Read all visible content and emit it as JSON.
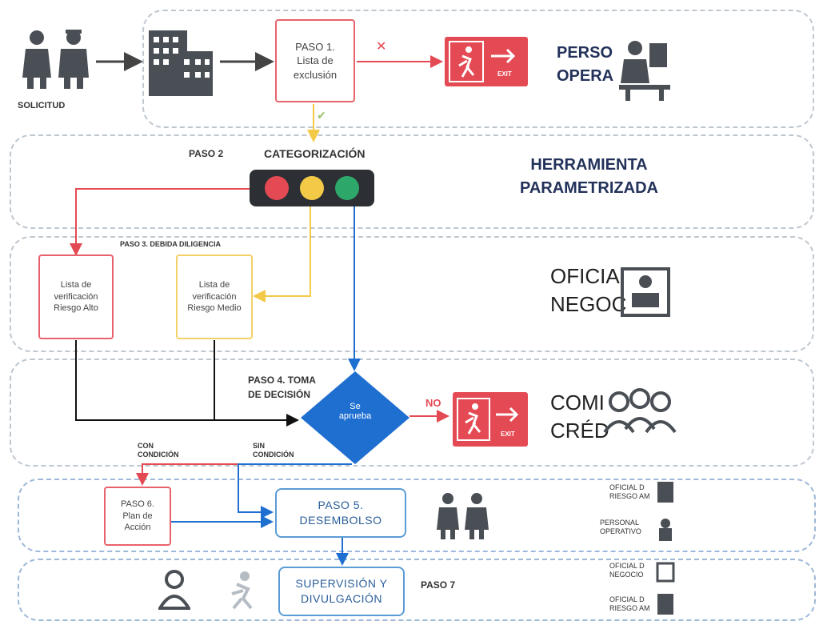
{
  "lanes": [
    {
      "name": "lane-persona-operativo"
    },
    {
      "name": "lane-herramienta"
    },
    {
      "name": "lane-oficial-negocios"
    },
    {
      "name": "lane-comite-credito"
    },
    {
      "name": "lane-desembolso"
    },
    {
      "name": "lane-supervision"
    }
  ],
  "labels": {
    "solicitud": "SOLICITUD",
    "paso1": "PASO 1.\nLista de\nexclusión",
    "paso2": "PASO 2",
    "categorizacion": "CATEGORIZACIÓN",
    "herramienta": "HERRAMIENTA\nPARAMETRIZADA",
    "paso3": "PASO 3. DEBIDA DILIGENCIA",
    "lista_alto": "Lista de\nverificación\nRiesgo Alto",
    "lista_medio": "Lista de\nverificación\nRiesgo Medio",
    "paso4": "PASO 4. TOMA\nDE DECISIÓN",
    "se_aprueba": "Se\naprueba",
    "no": "NO",
    "con_condicion": "CON\nCONDICIÓN",
    "sin_condicion": "SIN\nCONDICIÓN",
    "paso6": "PASO 6.\nPlan de\nAcción",
    "paso5": "PASO 5.\nDESEMBOLSO",
    "supervision": "SUPERVISIÓN Y\nDIVULGACIÓN",
    "paso7": "PASO 7",
    "persona_operativo": "PERSO\nOPERA",
    "oficial_negocios": "OFICIA\nNEGOC",
    "comite_credito": "COMI\nCRÉD",
    "exit_sign": "EXIT",
    "roles": [
      "OFICIAL D\nRIESGO AM",
      "PERSONAL\nOPERATIVO",
      "OFICIAL D\nNEGOCIO",
      "OFICIAL D\nRIESGO AM"
    ]
  },
  "colors": {
    "red": "#e44a53",
    "yellow": "#f3c948",
    "green": "#2ea86a",
    "blue": "#1f6fd1",
    "navy": "#23325a",
    "gray_icon": "#4a4f55"
  }
}
